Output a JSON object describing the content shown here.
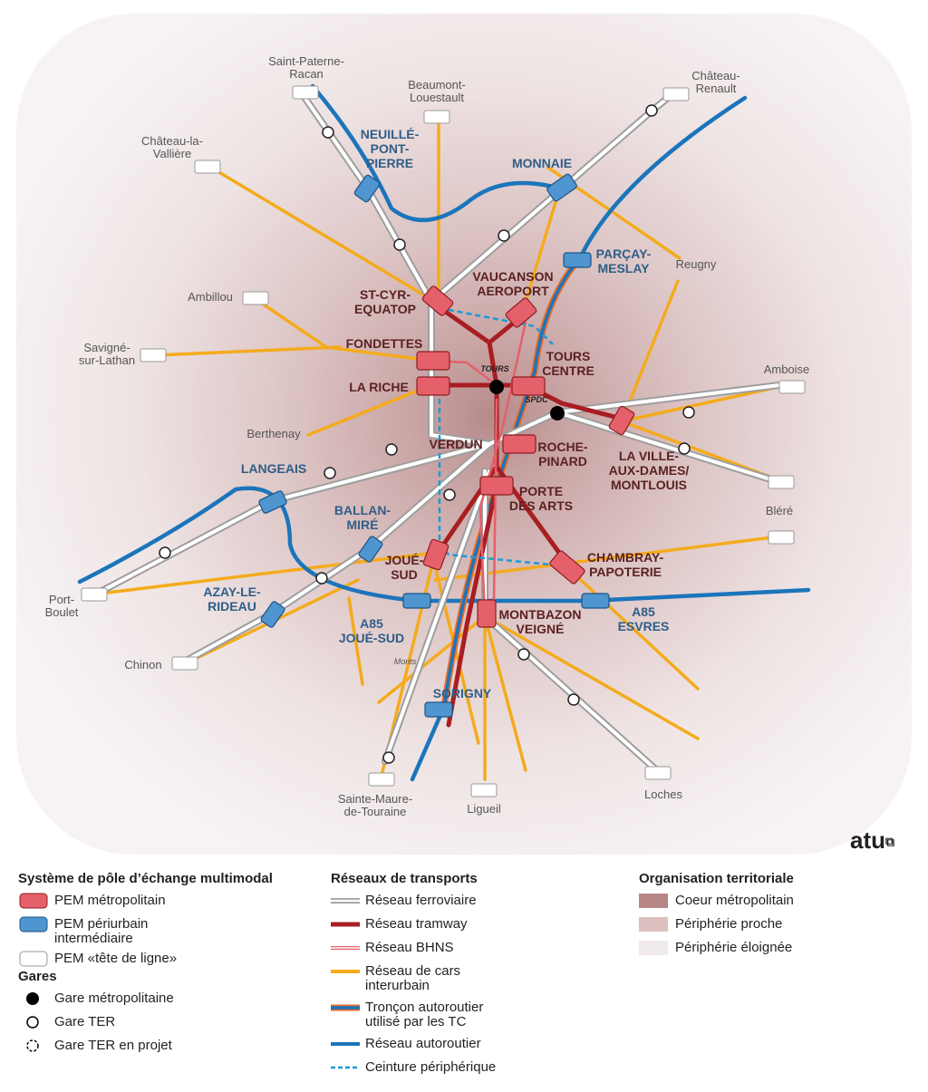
{
  "map": {
    "places_white": [
      {
        "name": "Saint-Paterne-\nRacan"
      },
      {
        "name": "Beaumont-\nLouestault"
      },
      {
        "name": "Château-\nRenault"
      },
      {
        "name": "Château-la-\nVallière"
      },
      {
        "name": "Ambillou"
      },
      {
        "name": "Savigné-\nsur-Lathan"
      },
      {
        "name": "Berthenay"
      },
      {
        "name": "Reugny"
      },
      {
        "name": "Amboise"
      },
      {
        "name": "Bléré"
      },
      {
        "name": "Port-\nBoulet"
      },
      {
        "name": "Chinon"
      },
      {
        "name": "Sainte-Maure-\nde-Touraine"
      },
      {
        "name": "Ligueil"
      },
      {
        "name": "Loches"
      },
      {
        "name": "Monts"
      }
    ],
    "pem_periurbain": [
      "NEUILLÉ-\nPONT-\nPIERRE",
      "MONNAIE",
      "PARÇAY-\nMESLAY",
      "LANGEAIS",
      "BALLAN-\nMIRÉ",
      "AZAY-LE-\nRIDEAU",
      "A85\nJOUÉ-SUD",
      "A85\nESVRES",
      "SORIGNY"
    ],
    "pem_metropolitain": [
      "ST-CYR-\nEQUATOP",
      "VAUCANSON\nAEROPORT",
      "FONDETTES",
      "LA RICHE",
      "TOURS\nCENTRE",
      "VERDUN",
      "ROCHE-\nPINARD",
      "LA VILLE-\nAUX-DAMES/\nMONTLOUIS",
      "PORTE\nDES ARTS",
      "JOUÉ-\nSUD",
      "CHAMBRAY-\nPAPOTERIE",
      "MONTBAZON\nVEIGNÉ"
    ],
    "station_small_labels": [
      "TOURS",
      "SPDC"
    ],
    "logo": "atu"
  },
  "legend": {
    "pem_system": {
      "title": "Système de pôle d’échange multimodal",
      "items": [
        "PEM métropolitain",
        "PEM périurbain intermédiaire",
        "PEM «tête de ligne»"
      ]
    },
    "gares": {
      "title": "Gares",
      "items": [
        "Gare métropolitaine",
        "Gare TER",
        "Gare TER en projet"
      ]
    },
    "networks": {
      "title": "Réseaux de transports",
      "items": [
        "Réseau ferroviaire",
        "Réseau tramway",
        "Réseau BHNS",
        "Réseau de cars interurbain",
        "Tronçon autoroutier utilisé par les TC",
        "Réseau autoroutier",
        "Ceinture périphérique"
      ]
    },
    "territory": {
      "title": "Organisation territoriale",
      "items": [
        "Coeur métropolitain",
        "Périphérie proche",
        "Périphérie éloignée"
      ]
    }
  },
  "colors": {
    "pem_metro": "#e5606a",
    "pem_peri": "#4f95d0",
    "rail": "#b3b3b3",
    "tram": "#a81e22",
    "bhns": "#e5606a",
    "bus": "#f4ab1c",
    "highway": "#1b75bb",
    "label_metro": "#5b2121",
    "label_peri": "#2f5e88",
    "coeur": "#b78686",
    "proche": "#dcc0c0",
    "eloignee": "#f1eaea"
  }
}
